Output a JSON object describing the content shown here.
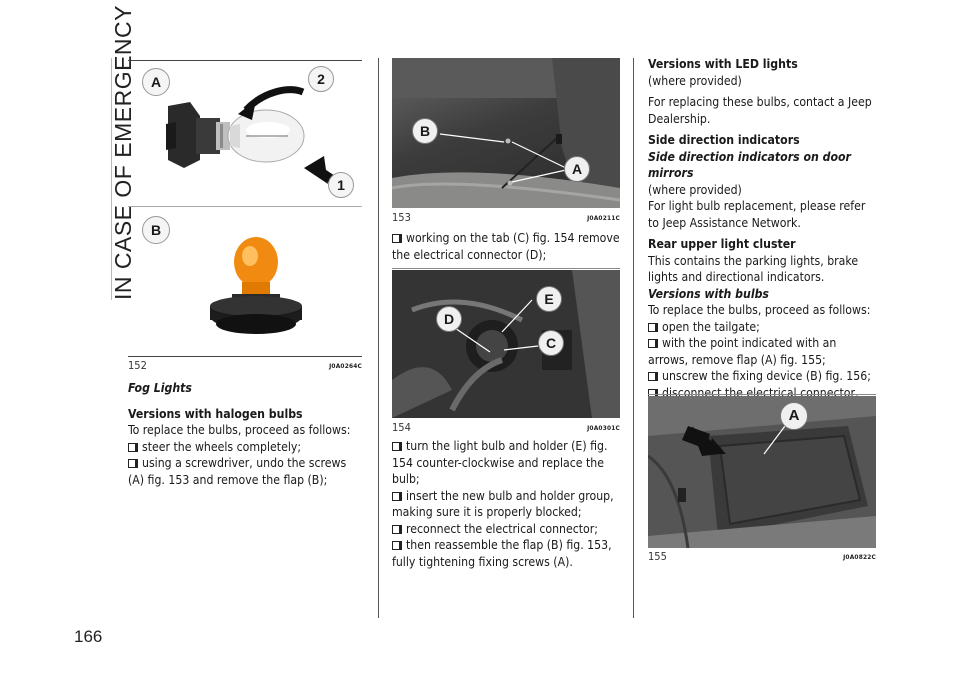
{
  "section_title": "IN CASE OF EMERGENCY",
  "page_number": "166",
  "fig152": {
    "number": "152",
    "code": "J0A0264C",
    "labels": {
      "a": "A",
      "b": "B",
      "one": "1",
      "two": "2"
    }
  },
  "fig153": {
    "number": "153",
    "code": "J0A0211C",
    "labels": {
      "a": "A",
      "b": "B"
    }
  },
  "fig154": {
    "number": "154",
    "code": "J0A0301C",
    "labels": {
      "c": "C",
      "d": "D",
      "e": "E"
    }
  },
  "fig155": {
    "number": "155",
    "code": "J0A0822C",
    "labels": {
      "a": "A"
    }
  },
  "col1": {
    "heading": "Fog Lights",
    "subheading": "Versions with halogen bulbs",
    "intro": "To replace the bulbs, proceed as follows:",
    "steps": [
      "steer the wheels completely;",
      "using a screwdriver, undo the screws (A) fig. 153 and remove the flap (B);"
    ]
  },
  "col2": {
    "step_top": "working on the tab (C) fig. 154 remove the electrical connector (D);",
    "steps": [
      "turn the light bulb and holder (E) fig. 154 counter-clockwise and replace the bulb;",
      "insert the new bulb and holder group, making sure it is properly blocked;",
      "reconnect the electrical connector;",
      "then reassemble the flap (B) fig. 153, fully tightening fixing screws (A)."
    ]
  },
  "col3": {
    "led_heading": "Versions with LED lights",
    "led_where": "(where provided)",
    "led_text": "For replacing these bulbs, contact a Jeep Dealership.",
    "side_heading": "Side direction indicators",
    "mirror_heading": "Side direction indicators on door mirrors",
    "mirror_where": "(where provided)",
    "mirror_text": "For light bulb replacement, please refer to Jeep Assistance Network.",
    "rear_heading": "Rear upper light cluster",
    "rear_text": "This contains the parking lights, brake lights and directional indicators.",
    "bulbs_heading": "Versions with bulbs",
    "bulbs_intro": "To replace the bulbs, proceed as follows:",
    "steps": [
      "open the tailgate;",
      "with the point indicated with an arrows, remove flap (A) fig. 155;",
      "unscrew the fixing device (B) fig. 156;",
      "disconnect the electrical connector, working on device (C);"
    ]
  }
}
